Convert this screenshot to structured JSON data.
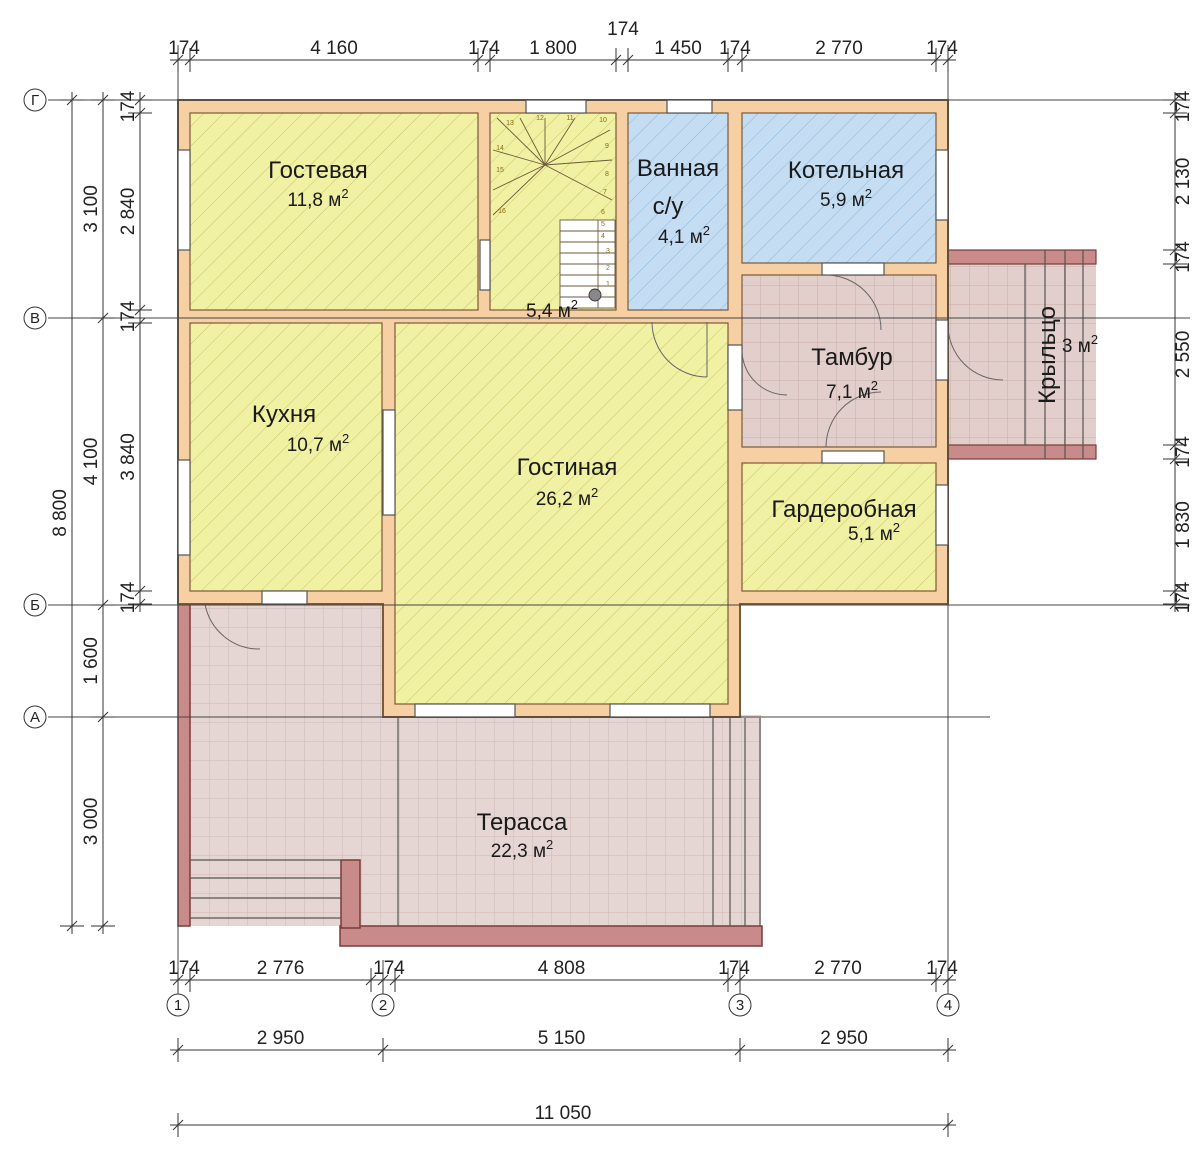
{
  "rooms": {
    "guest": {
      "name": "Гостевая",
      "area": "11,8 м"
    },
    "stairs": {
      "area": "5,4 м"
    },
    "bath": {
      "name": "Ванная",
      "name2": "с/у",
      "area": "4,1 м"
    },
    "boiler": {
      "name": "Котельная",
      "area": "5,9 м"
    },
    "vestibule": {
      "name": "Тамбур",
      "area": "7,1 м"
    },
    "porch": {
      "name": "Крыльцо",
      "area": "3 м"
    },
    "kitchen": {
      "name": "Кухня",
      "area": "10,7 м"
    },
    "living": {
      "name": "Гостиная",
      "area": "26,2 м"
    },
    "wardrobe": {
      "name": "Гардеробная",
      "area": "5,1 м"
    },
    "terrace": {
      "name": "Терасса",
      "area": "22,3 м"
    }
  },
  "area_sup": "2",
  "stair_steps": [
    "1",
    "2",
    "3",
    "4",
    "5",
    "6",
    "7",
    "8",
    "9",
    "10",
    "11",
    "12",
    "13",
    "14",
    "15",
    "16"
  ],
  "axes": {
    "rows": [
      "Г",
      "В",
      "Б",
      "А"
    ],
    "cols": [
      "1",
      "2",
      "3",
      "4"
    ]
  },
  "dims": {
    "top_extra": "174",
    "top": [
      "174",
      "4 160",
      "174",
      "1 800",
      "1 450",
      "174",
      "2 770",
      "174"
    ],
    "bottom1": [
      "174",
      "2 776",
      "174",
      "4 808",
      "174",
      "2 770",
      "174"
    ],
    "bottom2": [
      "2 950",
      "5 150",
      "2 950"
    ],
    "bottom_total": "11 050",
    "left_outer": [
      "8 800"
    ],
    "left_mid": [
      "3 100",
      "4 100",
      "1 600",
      "3 000"
    ],
    "left_inner": [
      "174",
      "2 840",
      "174",
      "3 840",
      "174"
    ],
    "right": [
      "174",
      "2 130",
      "174",
      "2 550",
      "174",
      "1 830",
      "174"
    ]
  },
  "colors": {
    "wall": "#f6cfa3",
    "wall_stroke": "#7a5a3a",
    "yellow_room": "#f2f2a6",
    "blue_room": "#c6def4",
    "pink_room": "#e3d2cf",
    "terrace_edge": "#b87070"
  }
}
